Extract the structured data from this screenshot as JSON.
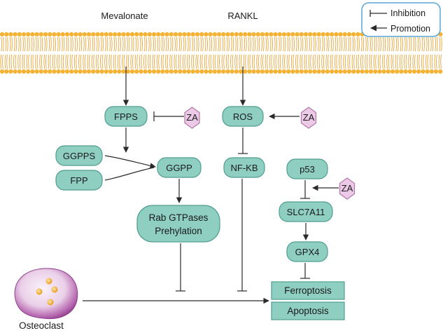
{
  "colors": {
    "node_fill": "#8fcfc2",
    "node_stroke": "#4f9e90",
    "za_fill": "#ecc9e6",
    "za_stroke": "#b077a8",
    "membrane_head": "#f5b335",
    "membrane_tail": "#e8a53a",
    "line": "#2a2a2a",
    "legend_border": "#5aa6d6",
    "osteoclast_outer": "#a04c9b",
    "osteoclast_inner": "#f3e3f2",
    "granule": "#f2a524"
  },
  "inputs": {
    "mevalonate": "Mevalonate",
    "rankl": "RANKL"
  },
  "legend": {
    "inhibition": "Inhibition",
    "promotion": "Promotion"
  },
  "nodes": {
    "fpps": "FPPS",
    "ros": "ROS",
    "ggpps": "GGPPS",
    "fpp": "FPP",
    "ggpp": "GGPP",
    "nfkb": "NF-KB",
    "p53": "p53",
    "slc7a11": "SLC7A11",
    "gpx4": "GPX4",
    "rab_line1": "Rab GTPases",
    "rab_line2": "Prehylation",
    "ferroptosis": "Ferroptosis",
    "apoptosis": "Apoptosis"
  },
  "drug": {
    "za": "ZA"
  },
  "cell": {
    "osteoclast": "Osteoclast"
  }
}
